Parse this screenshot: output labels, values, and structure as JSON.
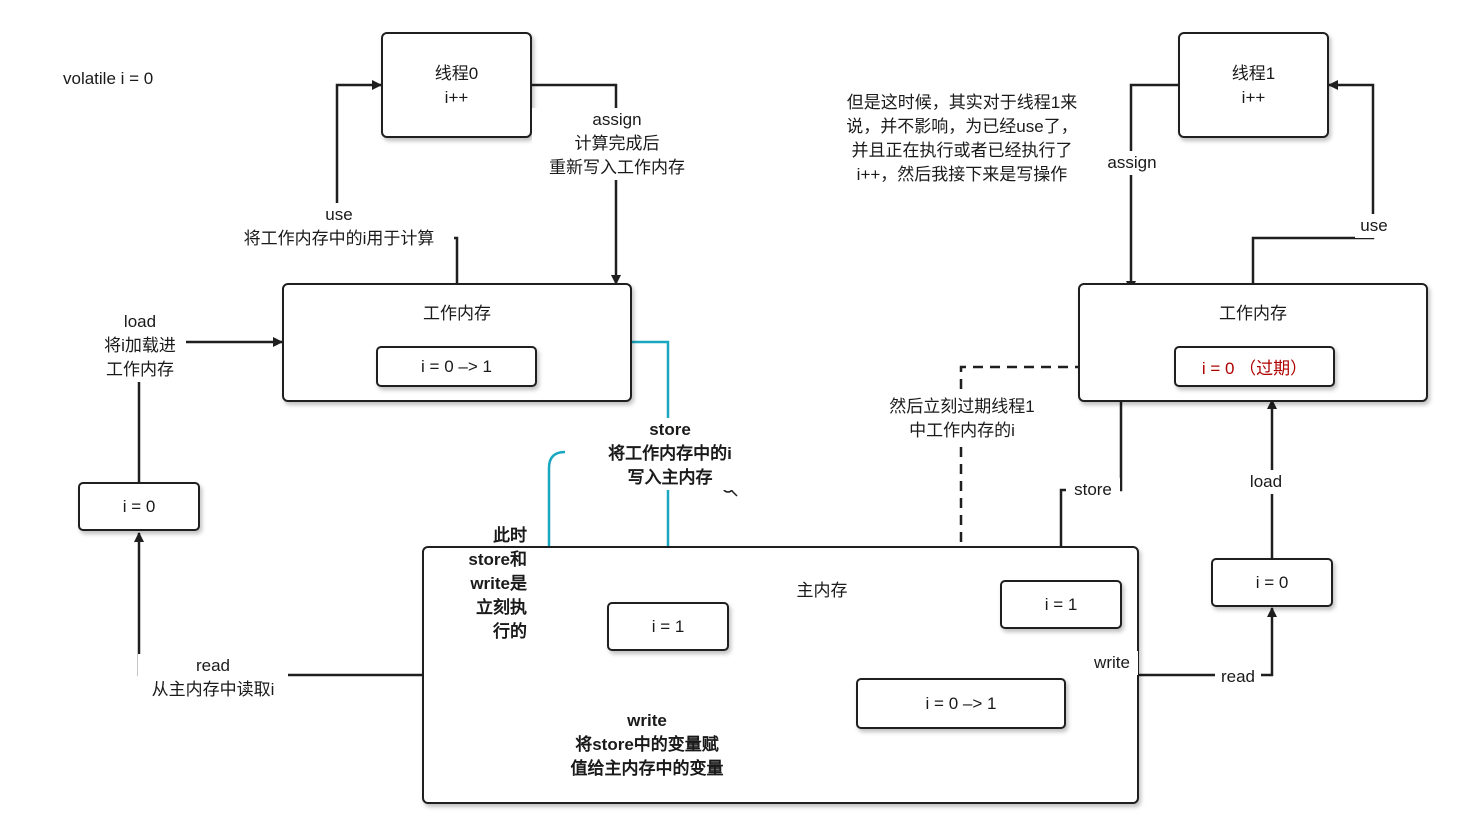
{
  "top_label": "volatile i = 0",
  "thread0": {
    "title": "线程0",
    "op": "i++"
  },
  "thread1": {
    "title": "线程1",
    "op": "i++"
  },
  "wm0": {
    "title": "工作内存",
    "value": "i = 0 –> 1"
  },
  "wm1": {
    "title": "工作内存",
    "value": "i = 0 （过期）"
  },
  "main_mem": {
    "title": "主内存",
    "left_value": "i = 1",
    "right_top_value": "i = 1",
    "bottom_value": "i = 0 –> 1"
  },
  "left_read_box": "i = 0",
  "right_read_box": "i = 0",
  "labels": {
    "assign0": [
      "assign",
      "计算完成后",
      "重新写入工作内存"
    ],
    "use0": [
      "use",
      "将工作内存中的i用于计算"
    ],
    "load0": [
      "load",
      "将i加载进",
      "工作内存"
    ],
    "read0": [
      "read",
      "从主内存中读取i"
    ],
    "store0": [
      "store",
      "将工作内存中的i",
      "写入主内存"
    ],
    "write0": [
      "write",
      "将store中的变量赋",
      "值给主内存中的变量"
    ],
    "simul": [
      "此时",
      "store和",
      "write是",
      "立刻执",
      "行的"
    ],
    "note1": [
      "但是这时候，其实对于线程1来",
      "说，并不影响，为已经use了，",
      "并且正在执行或者已经执行了",
      "i++，然后我接下来是写操作"
    ],
    "expire": [
      "然后立刻过期线程1",
      "中工作内存的i"
    ],
    "assign1": "assign",
    "use1": "use",
    "store1": "store",
    "write1": "write",
    "load1": "load",
    "read1": "read"
  },
  "colors": {
    "teal": "#1aa7c0",
    "red": "#b00000",
    "stroke": "#1f1f1f"
  }
}
